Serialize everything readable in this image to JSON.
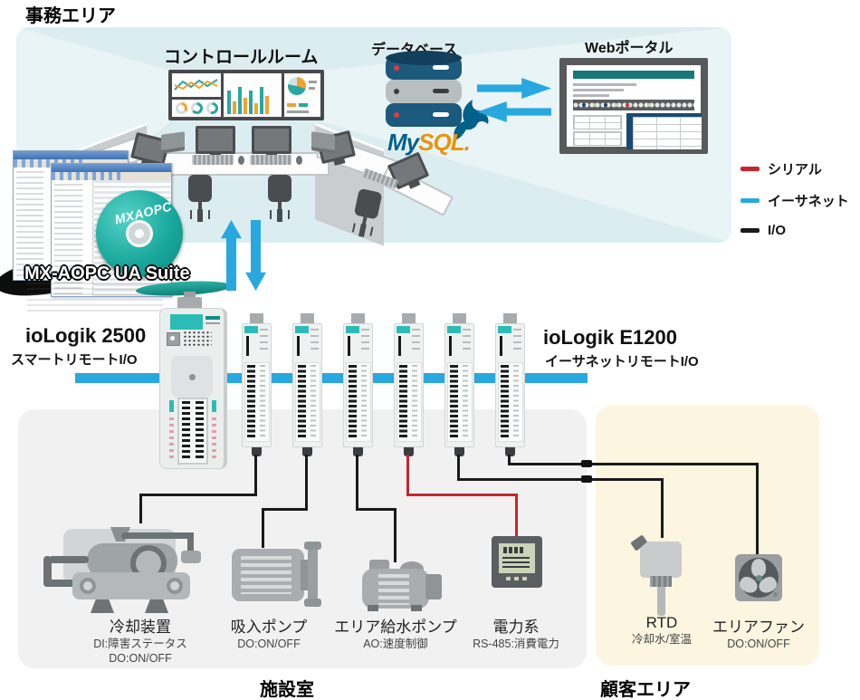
{
  "diagram": {
    "office_area_label": "事務エリア",
    "control_room_label": "コントロールルーム",
    "database_label": "データベース",
    "mysql_logo": {
      "my": "My",
      "sql": "SQL."
    },
    "web_portal_label": "Webポータル",
    "software_label": "MX-AOPC UA Suite",
    "disc_label": "MXAOPC",
    "legend": [
      {
        "label": "シリアル",
        "color": "#c9252c"
      },
      {
        "label": "イーサネット",
        "color": "#29a8e0"
      },
      {
        "label": "I/O",
        "color": "#1a1a1a"
      }
    ],
    "iologik_2500": {
      "name": "ioLogik 2500",
      "subtitle": "スマートリモートI/O"
    },
    "iologik_e1200": {
      "name": "ioLogik E1200",
      "subtitle": "イーサネットリモートI/O"
    },
    "devices": [
      {
        "name": "冷却装置",
        "line1": "DI:障害ステータス",
        "line2": "DO:ON/OFF"
      },
      {
        "name": "吸入ポンプ",
        "line1": "DO:ON/OFF",
        "line2": ""
      },
      {
        "name": "エリア給水ポンプ",
        "line1": "AO:速度制御",
        "line2": ""
      },
      {
        "name": "電力系",
        "line1": "RS-485:消費電力",
        "line2": ""
      },
      {
        "name": "RTD",
        "line1": "冷却水/室温",
        "line2": ""
      },
      {
        "name": "エリアファン",
        "line1": "DO:ON/OFF",
        "line2": ""
      }
    ],
    "facility_room_label": "施設室",
    "customer_area_label": "顧客エリア",
    "colors": {
      "office_bg": "#dcedf1",
      "facility_bg": "#f1f1f2",
      "customer_bg": "#fcf5e0",
      "accent_teal": "#2cbcb5",
      "ethernet_blue": "#29a8e0",
      "serial_red": "#c9252c",
      "io_black": "#1a1a1a"
    }
  }
}
